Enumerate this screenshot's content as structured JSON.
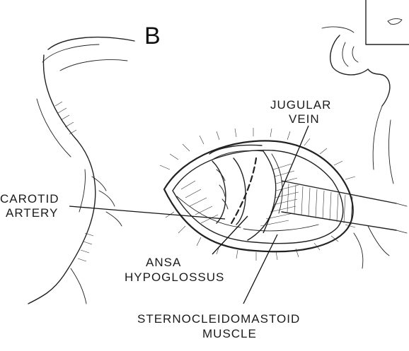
{
  "figure": {
    "panel_letter": "B",
    "labels": {
      "jugular_line1": "JUGULAR",
      "jugular_line2": "VEIN",
      "carotid_line1": "CAROTID",
      "carotid_line2": "ARTERY",
      "ansa_line1": "ANSA",
      "ansa_line2": "HYPOGLOSSUS",
      "scm_line1": "STERNOCLEIDOMASTOID",
      "scm_line2": "MUSCLE"
    }
  }
}
